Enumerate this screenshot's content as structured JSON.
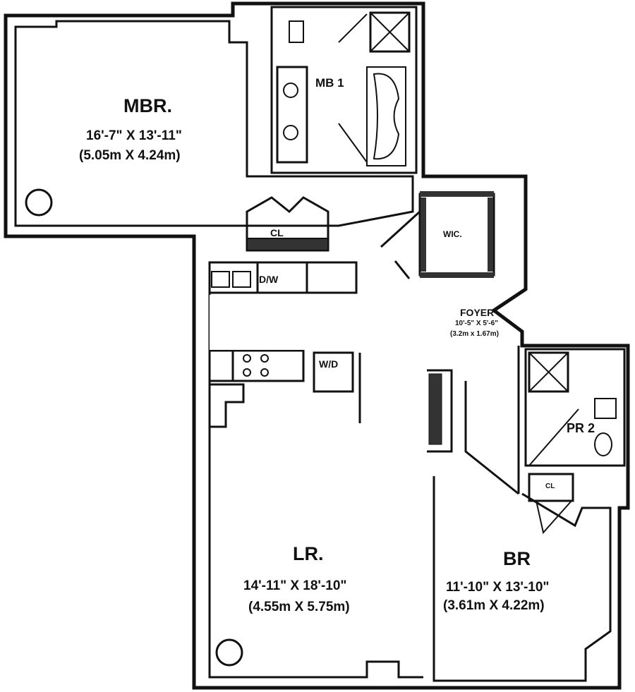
{
  "rooms": {
    "mbr": {
      "name": "MBR.",
      "dim_imperial": "16'-7\" X 13'-11\"",
      "dim_metric": "(5.05m X 4.24m)"
    },
    "mb1": {
      "name": "MB 1"
    },
    "cl_master": {
      "name": "CL"
    },
    "wic": {
      "name": "WIC."
    },
    "dw": {
      "name": "D/W"
    },
    "wd": {
      "name": "W/D"
    },
    "foyer": {
      "name": "FOYER",
      "dim_imperial": "10'-5\" X 5'-6\"",
      "dim_metric": "(3.2m x 1.67m)"
    },
    "pr2": {
      "name": "PR 2"
    },
    "cl_br": {
      "name": "CL"
    },
    "lr": {
      "name": "LR.",
      "dim_imperial": "14'-11\" X 18'-10\"",
      "dim_metric": "(4.55m X 5.75m)"
    },
    "br": {
      "name": "BR",
      "dim_imperial": "11'-10\" X 13'-10\"",
      "dim_metric": "(3.61m X 4.22m)"
    }
  }
}
